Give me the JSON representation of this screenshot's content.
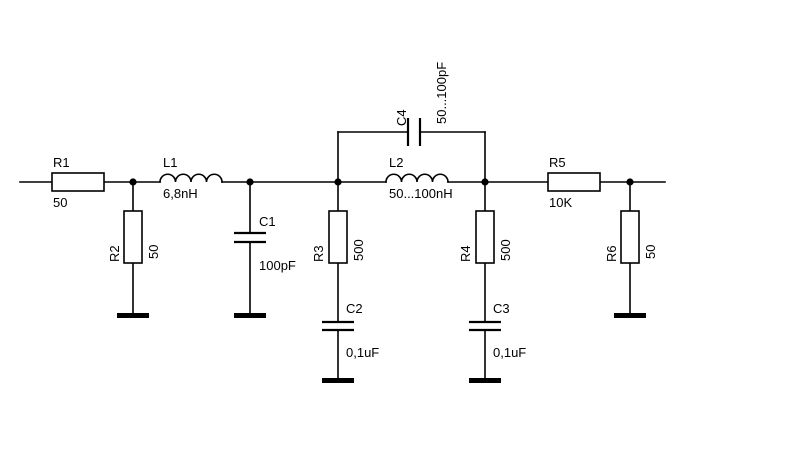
{
  "components": {
    "R1": {
      "ref": "R1",
      "value": "50"
    },
    "R2": {
      "ref": "R2",
      "value": "50"
    },
    "L1": {
      "ref": "L1",
      "value": "6,8nH"
    },
    "C1": {
      "ref": "C1",
      "value": "100pF"
    },
    "R3": {
      "ref": "R3",
      "value": "500"
    },
    "C2": {
      "ref": "C2",
      "value": "0,1uF"
    },
    "C4": {
      "ref": "C4",
      "value": "50...100pF"
    },
    "L2": {
      "ref": "L2",
      "value": "50...100nH"
    },
    "R4": {
      "ref": "R4",
      "value": "500"
    },
    "C3": {
      "ref": "C3",
      "value": "0,1uF"
    },
    "R5": {
      "ref": "R5",
      "value": "10K"
    },
    "R6": {
      "ref": "R6",
      "value": "50"
    }
  }
}
